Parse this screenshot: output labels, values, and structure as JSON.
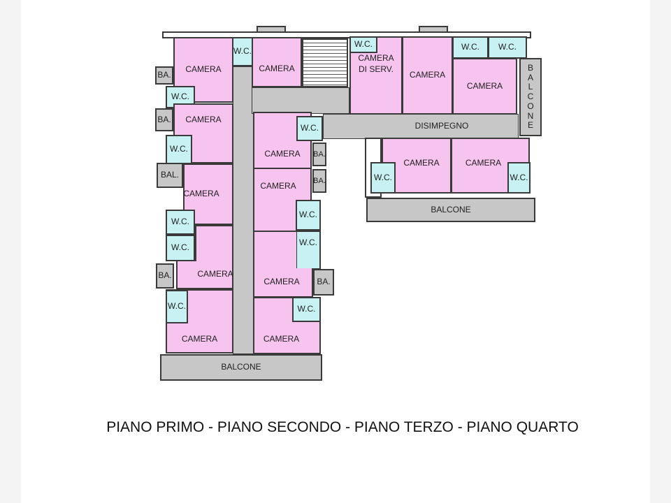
{
  "labels": {
    "camera": "CAMERA",
    "wc": "W.C.",
    "ba": "BA.",
    "bal": "BAL.",
    "balcone": "BALCONE",
    "camera_servizio": "CAMERA DI SERV.",
    "disimpegno": "DISIMPEGNO",
    "balcone_vertical": [
      "B",
      "A",
      "L",
      "C",
      "O",
      "N",
      "E"
    ]
  },
  "caption": "PIANO PRIMO - PIANO SECONDO - PIANO TERZO - PIANO QUARTO",
  "colors": {
    "camera": "#f6c4ef",
    "wc": "#c8f1f3",
    "circulation": "#c7c7c7"
  }
}
